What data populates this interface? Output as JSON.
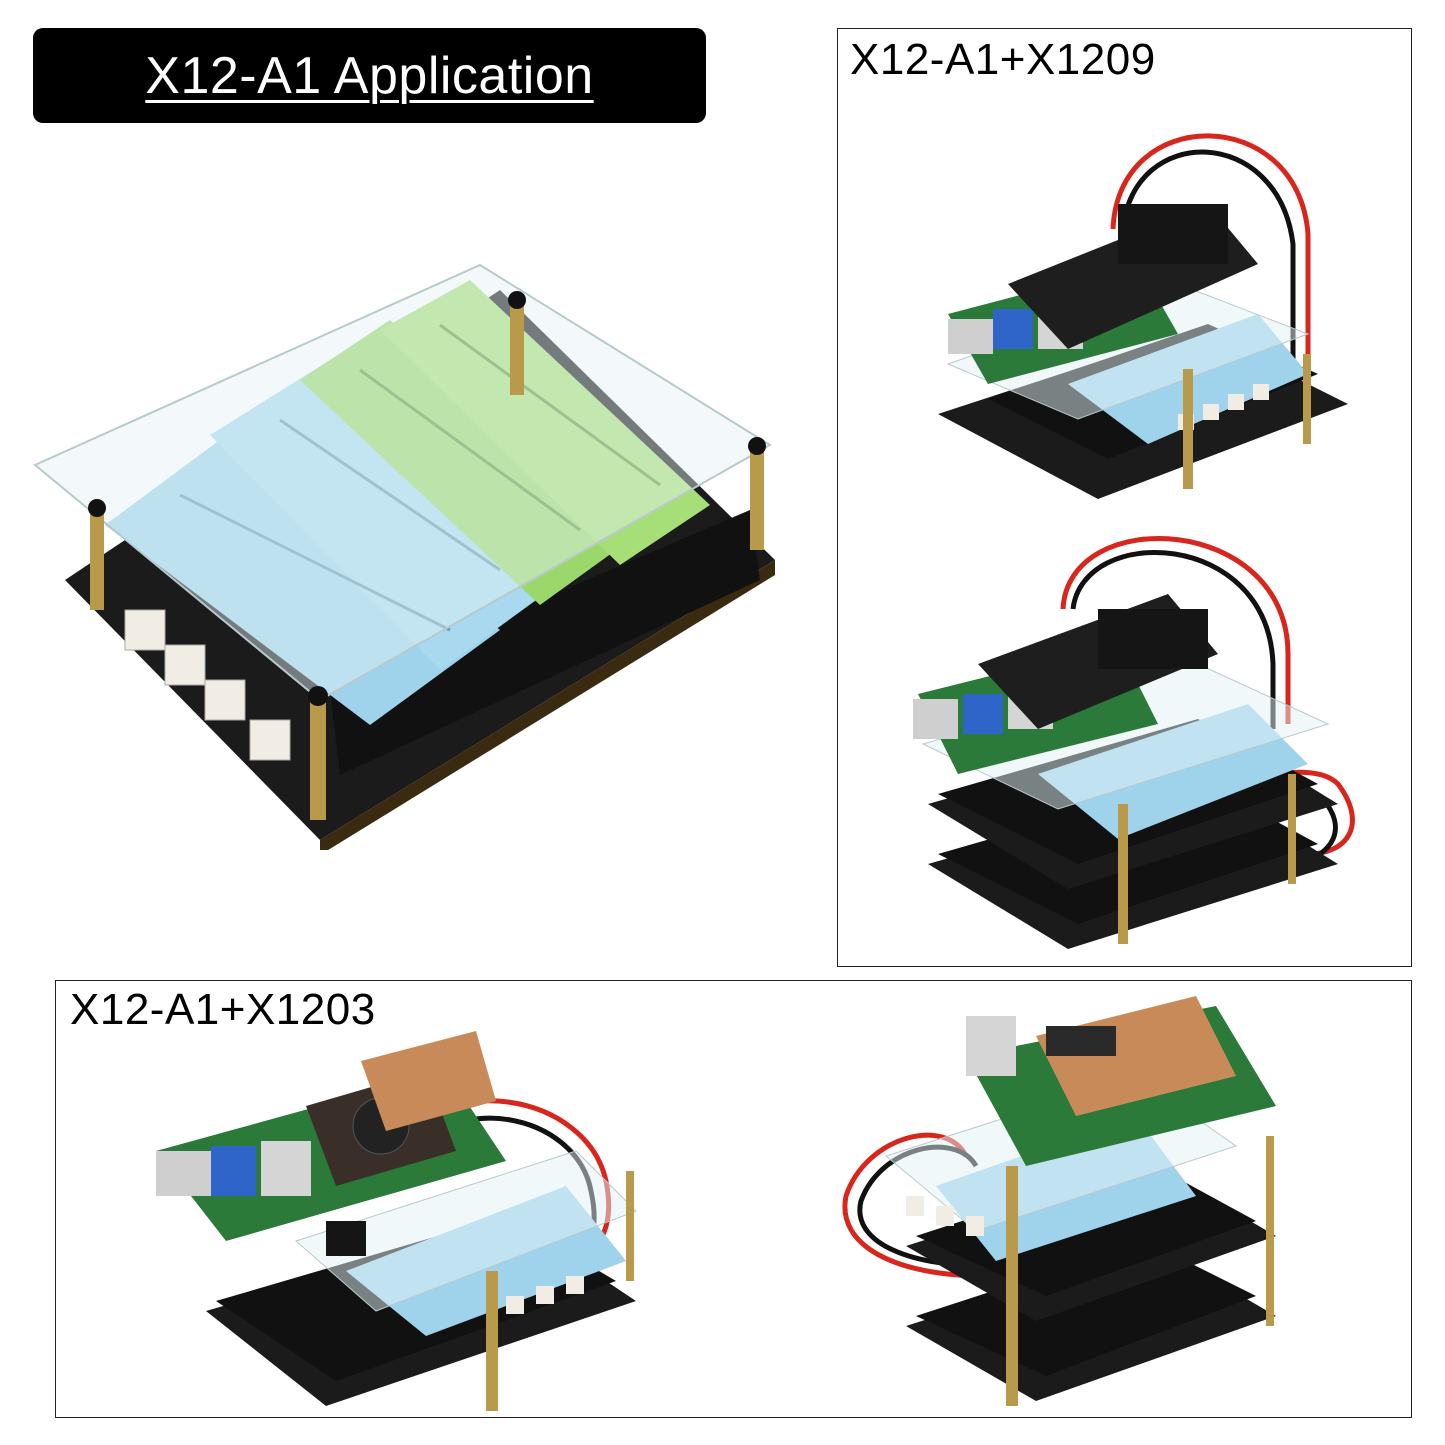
{
  "header": {
    "title": "X12-A1 Application"
  },
  "panels": {
    "top_right": {
      "label": "X12-A1+X1209"
    },
    "bottom": {
      "label": "X12-A1+X1203"
    }
  },
  "colors": {
    "banner": "#000000",
    "pcb": "#1c1c1c",
    "cell_blue": "#9fd3ec",
    "cell_green": "#9bd86c",
    "acrylic": "#e4f1f3",
    "brass": "#b99a4a",
    "heatsink": "#c98a5a",
    "wire_red": "#d8261d",
    "wire_black": "#111111"
  }
}
